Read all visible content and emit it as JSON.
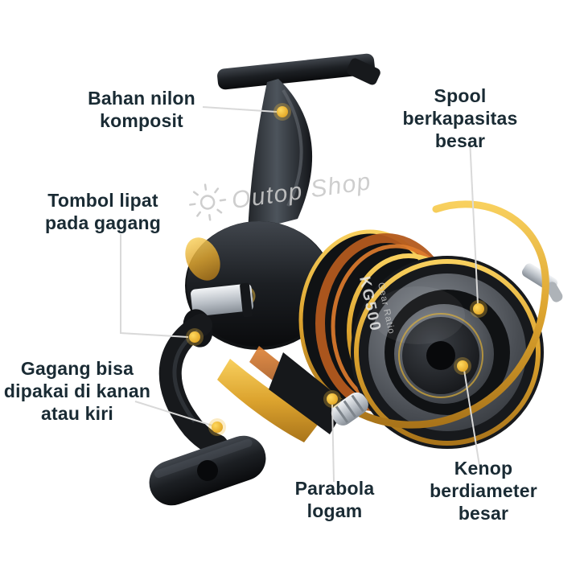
{
  "page": {
    "background": "#ffffff"
  },
  "annotations": {
    "material": {
      "text": "Bahan nilon\nkomposit"
    },
    "spool": {
      "text": "Spool berkapasitas\nbesar"
    },
    "fold_button": {
      "text": "Tombol lipat\npada gagang"
    },
    "handle": {
      "text": "Gagang bisa\ndipakai di kanan\natau kiri"
    },
    "parabola": {
      "text": "Parabola\nlogam"
    },
    "knob": {
      "text": "Kenop\nberdiameter besar"
    }
  },
  "watermark": {
    "text": "Outop Shop"
  },
  "reel": {
    "model_text": "KG500",
    "gear_text": "Gear Ratio"
  },
  "colors": {
    "label_text": "#1a2b34",
    "callout_line": "#d9d9d9",
    "callout_dot": "#efb32b",
    "gold": "#dca32e",
    "copper": "#c86a28",
    "body_black": "#1c1f23",
    "watermark_gray": "#c9c9c9"
  }
}
